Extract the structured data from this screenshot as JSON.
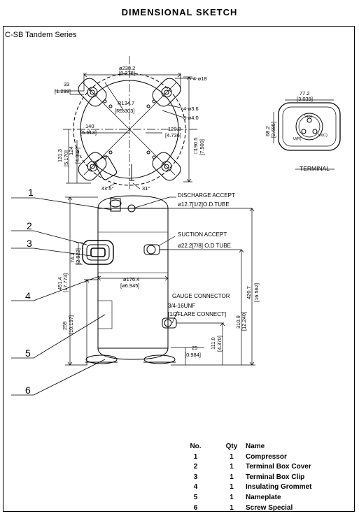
{
  "title": "DIMENSIONAL   SKETCH",
  "series": "C-SB  Tandem  Series",
  "top_view": {
    "dim_width": "ø238.2",
    "dim_width_in": "[9.378]",
    "dim_33": "33",
    "dim_33_in": "[1.299]",
    "dim_holes": "4‑ø18",
    "dim_r": "R134.7",
    "dim_r_in": "[R5.303]",
    "dim_stud": "4‑ø3.6",
    "dim_pin": "8‑ø4.0",
    "dim_140": "140",
    "dim_140_in": "[5.513]",
    "dim_120": "120.3",
    "dim_120_in": "[4.736]",
    "dim_190": "□190.5",
    "dim_190_in": "[7.500]",
    "dim_131": "131.3",
    "dim_131_in": "[5.170]",
    "dim_124": "124",
    "dim_124_in": "[4.882]",
    "angle_1": "41.5°",
    "angle_2": "31°"
  },
  "terminal": {
    "dim_w": "77.2",
    "dim_w_in": "[3.039]",
    "dim_h": "68.2",
    "dim_h_in": "[2.685]",
    "pin_vs": "V(S)",
    "pin_ur": "U(R)",
    "pin_wc": "W(C)",
    "label": "TERMINAL"
  },
  "side_view": {
    "discharge": "DISCHARGE ACCEPT",
    "discharge_size": "ø12.7[1/2]O.D TUBE",
    "suction": "SUCTION ACCEPT",
    "suction_size": "ø22.2[7/8] O.D TUBE",
    "dia_body": "ø176.4",
    "dia_body_in": "[ø6.945]",
    "gauge": "GAUGE CONNECTOR",
    "gauge_thread": "3/4‑16UNF",
    "gauge_flare": "[1/2FLARE CONNECT]",
    "dim_742": "74.2",
    "dim_742_in": "[2.922]",
    "dim_451": "451.4",
    "dim_451_in": "[17.773]",
    "dim_259": "259",
    "dim_259_in": "[10.197]",
    "dim_420": "420.7",
    "dim_420_in": "[16.562]",
    "dim_310": "310.9",
    "dim_310_in": "[12.240]",
    "dim_111": "111.0",
    "dim_111_in": "[4.370]",
    "dim_25": "25",
    "dim_25_in": "[0.984]"
  },
  "callouts": [
    "1",
    "2",
    "3",
    "4",
    "5",
    "6"
  ],
  "parts_table": {
    "headers": [
      "No.",
      "Qty",
      "Name"
    ],
    "rows": [
      [
        "1",
        "1",
        "Compressor"
      ],
      [
        "2",
        "1",
        "Terminal Box Cover"
      ],
      [
        "3",
        "1",
        "Terminal Box Clip"
      ],
      [
        "4",
        "1",
        "Insulating  Grommet"
      ],
      [
        "5",
        "1",
        "Nameplate"
      ],
      [
        "6",
        "1",
        "Screw Special"
      ]
    ]
  }
}
